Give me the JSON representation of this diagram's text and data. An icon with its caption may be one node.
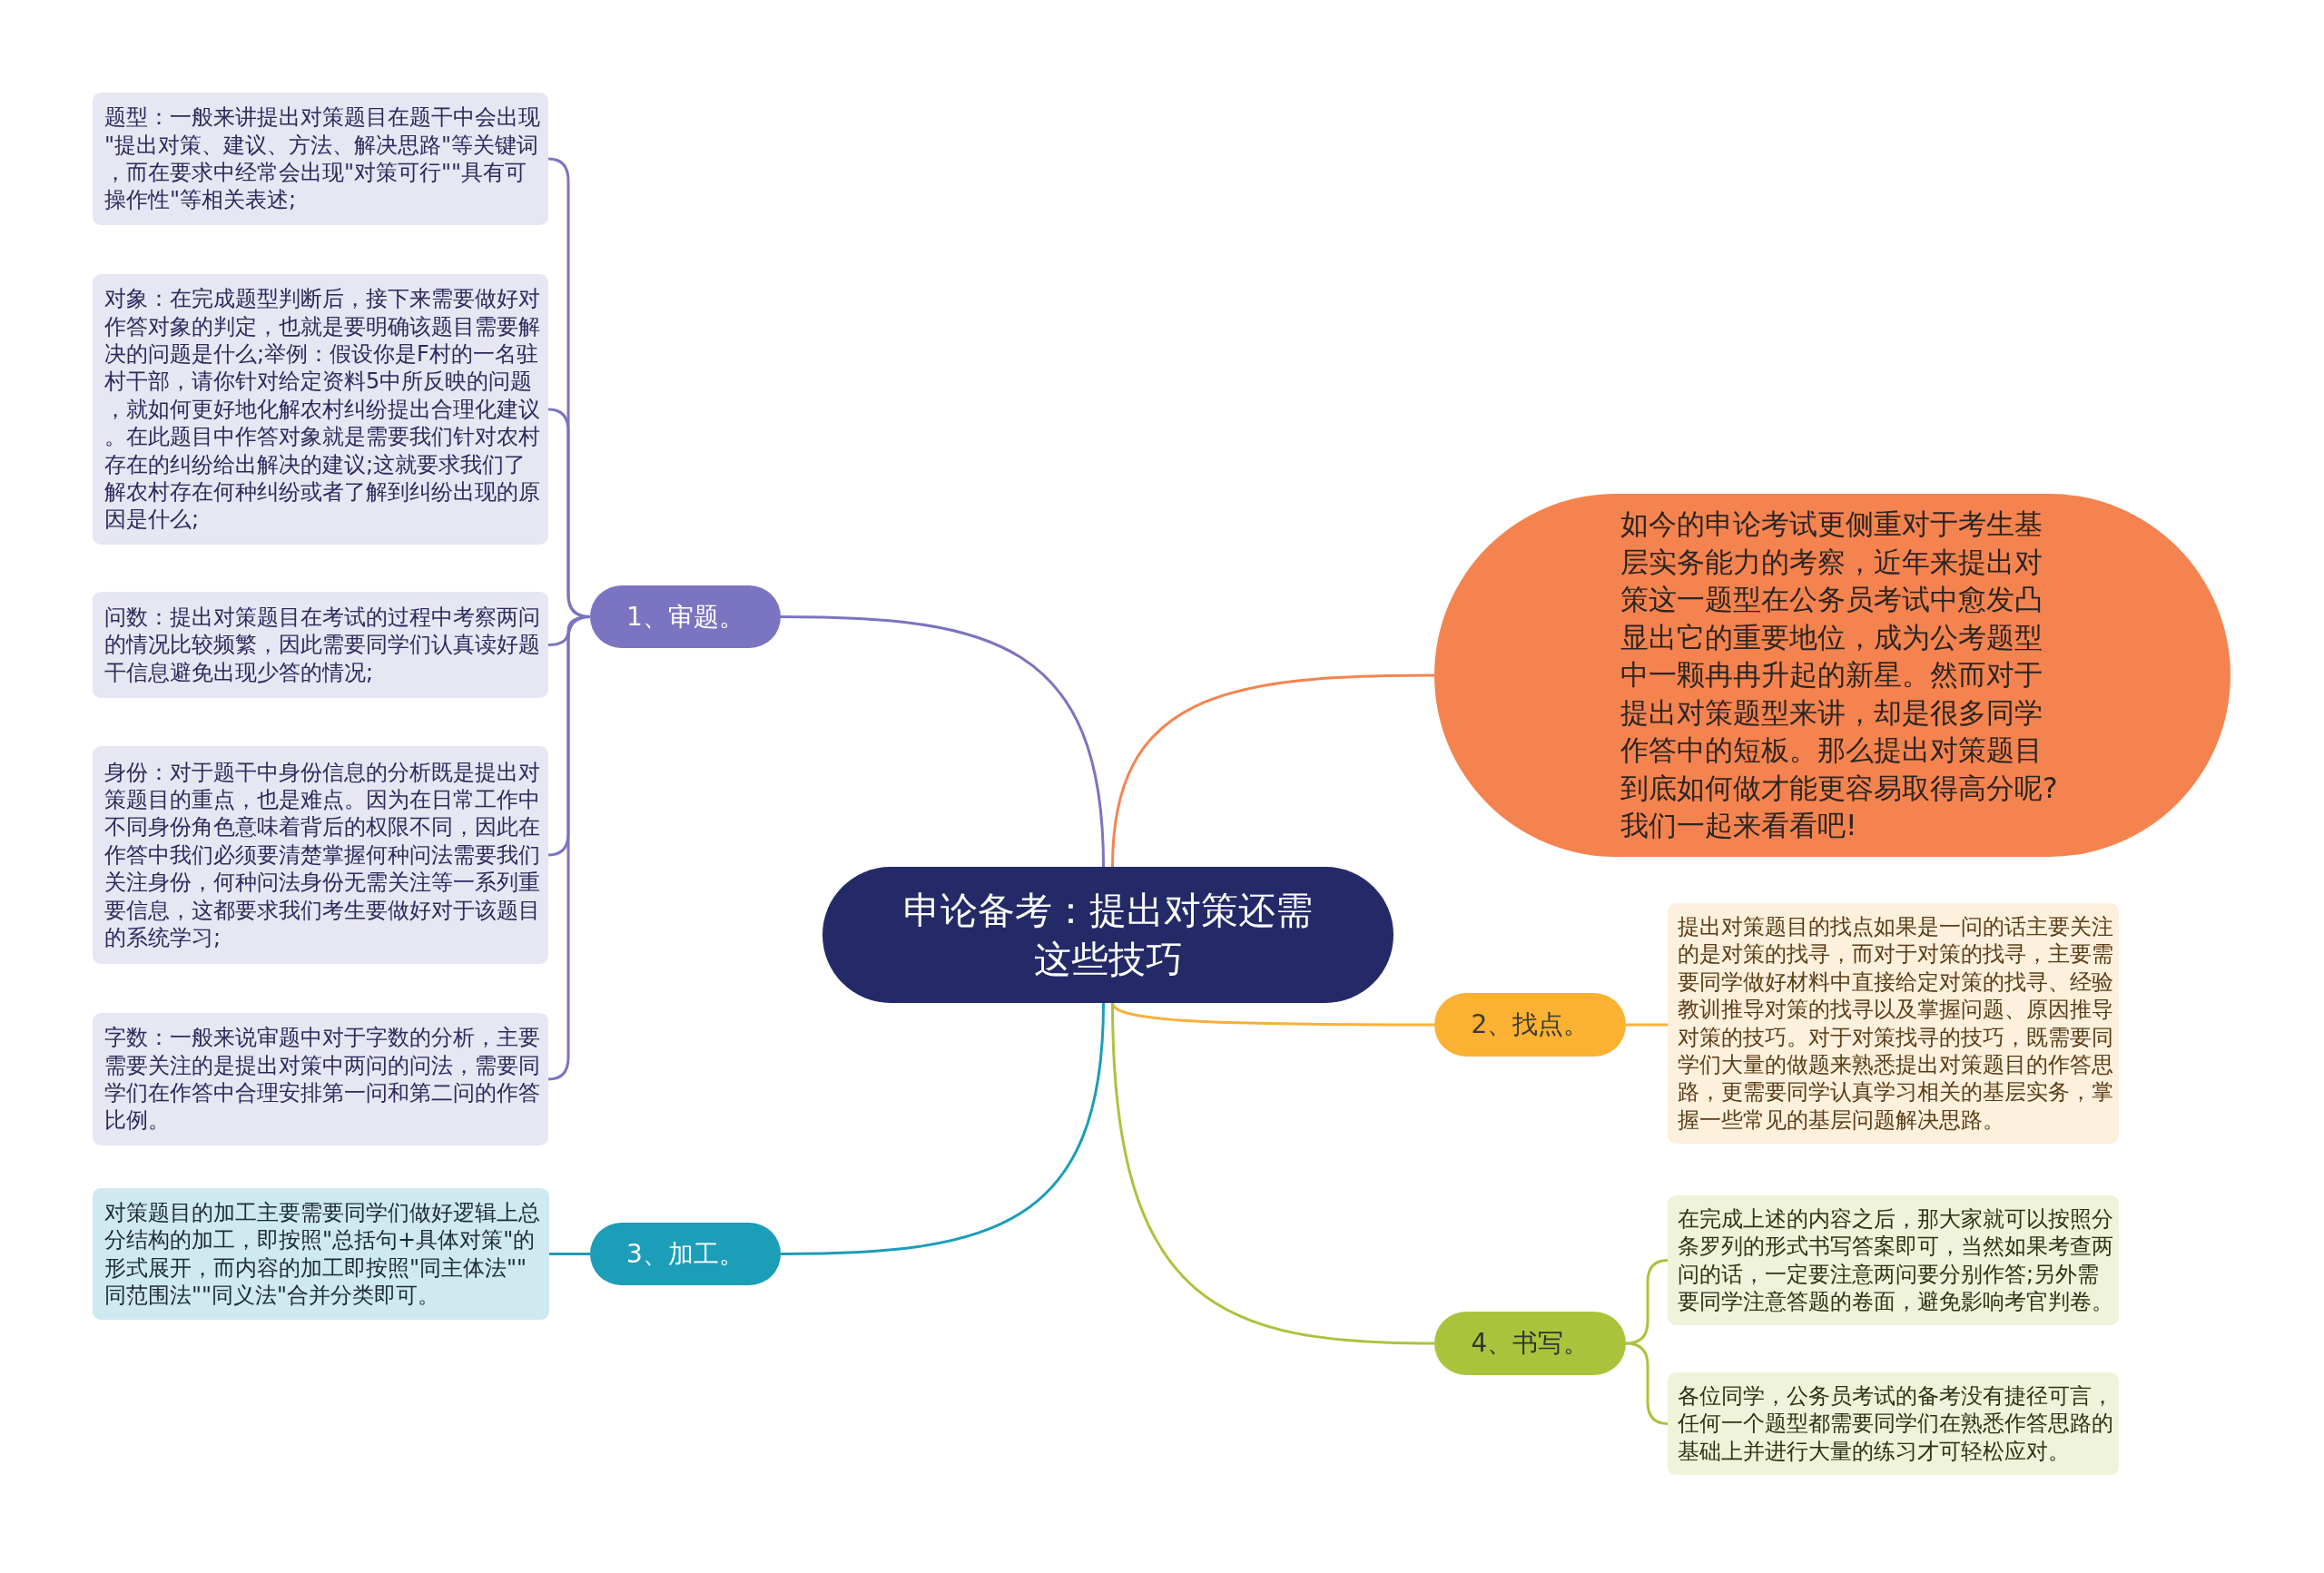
{
  "diagram": {
    "nodes": [
      {
        "text": [
          "申论备考：提出对策还需这些技巧"
        ]
      },
      {
        "text": [
          "如今的申论考试更侧重对于考生基层实务能力的考察，近年来提出对策这一题型在公务员考试中愈发凸显出它的重要地位，成为公考题型中一颗冉冉升起的新星。然而对于提出对策题型来讲，却是很多同学作答中的短板。那么提出对策题目到底如何做才能更容易取得高分呢?我们一起来看看吧!"
        ]
      },
      {
        "text": [
          "1、审题。"
        ]
      },
      {
        "text": [
          "题型：一般来讲提出对策题目在题干中会出现\"提出对策、建议、方法、解决思路\"等关键词，而在要求中经常会出现\"对策可行\"\"具有可操作性\"等相关表述;"
        ]
      },
      {
        "text": [
          "对象：在完成题型判断后，接下来需要做好对作答对象的判定，也就是要明确该题目需要解决的问题是什么;举例：假设你是F村的一名驻村干部，请你针对给定资料5中所反映的问题，就如何更好地化解农村纠纷提出合理化建议。在此题目中作答对象就是需要我们针对农村存在的纠纷给出解决的建议;这就要求我们了解农村存在何种纠纷或者了解到纠纷出现的原因是什么;"
        ]
      },
      {
        "text": [
          "问数：提出对策题目在考试的过程中考察两问的情况比较频繁，因此需要同学们认真读好题干信息避免出现少答的情况;"
        ]
      },
      {
        "text": [
          "身份：对于题干中身份信息的分析既是提出对策题目的重点，也是难点。因为在日常工作中不同身份角色意味着背后的权限不同，因此在作答中我们必须要清楚掌握何种问法需要我们关注身份，何种问法身份无需关注等一系列重要信息，这都要求我们考生要做好对于该题目的系统学习;"
        ]
      },
      {
        "text": [
          "字数：一般来说审题中对于字数的分析，主要需要关注的是提出对策中两问的问法，需要同学们在作答中合理安排第一问和第二问的作答比例。"
        ]
      },
      {
        "text": [
          "2、找点。"
        ]
      },
      {
        "text": [
          "提出对策题目的找点如果是一问的话主要关注的是对策的找寻，而对于对策的找寻，主要需要同学做好材料中直接给定对策的找寻、经验教训推导对策的找寻以及掌握问题、原因推导对策的技巧。对于对策找寻的技巧，既需要同学们大量的做题来熟悉提出对策题目的作答思路，更需要同学认真学习相关的基层实务，掌握一些常见的基层问题解决思路。"
        ]
      },
      {
        "text": [
          "3、加工。"
        ]
      },
      {
        "text": [
          "对策题目的加工主要需要同学们做好逻辑上总分结构的加工，即按照\"总括句+具体对策\"的形式展开，而内容的加工即按照\"同主体法\"\"同范围法\"\"同义法\"合并分类即可。"
        ]
      },
      {
        "text": [
          "4、书写。"
        ]
      },
      {
        "text": [
          "在完成上述的内容之后，那大家就可以按照分条罗列的形式书写答案即可，当然如果考查两问的话，一定要注意两问要分别作答;另外需要同学注意答题的卷面，避免影响考官判卷。"
        ]
      },
      {
        "text": [
          "各位同学，公务员考试的备考没有捷径可言，任何一个题型都需要同学们在熟悉作答思路的基础上并进行大量的练习才可轻松应对。"
        ]
      }
    ],
    "edges": [
      {
        "from": 0,
        "to": 1,
        "arrow": "none",
        "color": "#f5834f"
      },
      {
        "from": 0,
        "to": 2,
        "arrow": "none",
        "color": "#7b74c1"
      },
      {
        "from": 2,
        "to": 3,
        "arrow": "none",
        "color": "#7b74c1"
      },
      {
        "from": 2,
        "to": 4,
        "arrow": "none",
        "color": "#7b74c1"
      },
      {
        "from": 2,
        "to": 5,
        "arrow": "none",
        "color": "#7b74c1"
      },
      {
        "from": 2,
        "to": 6,
        "arrow": "none",
        "color": "#7b74c1"
      },
      {
        "from": 2,
        "to": 7,
        "arrow": "none",
        "color": "#7b74c1"
      },
      {
        "from": 0,
        "to": 8,
        "arrow": "none",
        "color": "#f9b03a"
      },
      {
        "from": 8,
        "to": 9,
        "arrow": "none",
        "color": "#f9b03a"
      },
      {
        "from": 0,
        "to": 10,
        "arrow": "none",
        "color": "#1c9db8"
      },
      {
        "from": 10,
        "to": 11,
        "arrow": "none",
        "color": "#1c9db8"
      },
      {
        "from": 0,
        "to": 12,
        "arrow": "none",
        "color": "#a9c43c"
      },
      {
        "from": 12,
        "to": 13,
        "arrow": "none",
        "color": "#a9c43c"
      },
      {
        "from": 12,
        "to": 14,
        "arrow": "none",
        "color": "#a9c43c"
      }
    ]
  }
}
